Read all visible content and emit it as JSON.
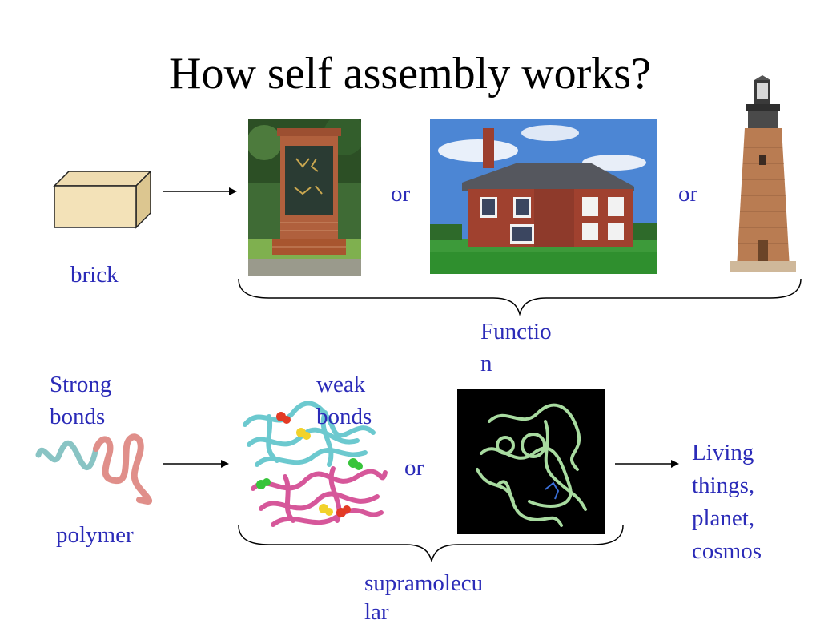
{
  "slide": {
    "title": "How self assembly works?"
  },
  "labels": {
    "brick": "brick",
    "or_top_1": "or",
    "or_top_2": "or",
    "function_line1": "Functio",
    "function_line2": "n",
    "strong_line1": "Strong",
    "strong_line2": "bonds",
    "weak_line1": "weak",
    "weak_line2": "bonds",
    "or_bottom": "or",
    "polymer": "polymer",
    "living_line1": "Living",
    "living_line2": "things,",
    "living_line3": "planet,",
    "living_line4": "cosmos",
    "supra_line1": "supramolecu",
    "supra_line2": "lar"
  },
  "colors": {
    "label": "#2b2bb8",
    "title": "#000000",
    "brick_face": "#f3e2b8",
    "brick_red": "#a4432f"
  },
  "images": {
    "brick": "brick-block-image",
    "mailbox": "brick-mailbox-photo",
    "house": "brick-house-photo",
    "lighthouse": "brick-lighthouse-photo",
    "polymer": "polymer-chain-image",
    "protein_complex": "protein-complex-image",
    "protein_ribbon": "protein-ribbon-image"
  }
}
